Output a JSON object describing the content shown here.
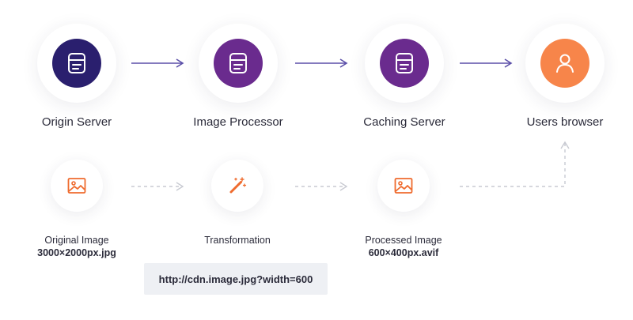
{
  "servers": [
    {
      "label": "Origin Server",
      "icon": "server-icon"
    },
    {
      "label": "Image Processor",
      "icon": "server-icon"
    },
    {
      "label": "Caching Server",
      "icon": "server-icon"
    },
    {
      "label": "Users browser",
      "icon": "user-icon"
    }
  ],
  "stages": [
    {
      "title": "Original Image",
      "detail": "3000×2000px.jpg",
      "icon": "image-icon"
    },
    {
      "title": "Transformation",
      "detail": "",
      "icon": "magic-wand-icon"
    },
    {
      "title": "Processed Image",
      "detail": "600×400px.avif",
      "icon": "image-icon"
    }
  ],
  "request_url": "http://cdn.image.jpg?width=600",
  "colors": {
    "origin": "#2a1f6e",
    "processor": "#6a2b8e",
    "cache": "#6a2b8e",
    "browser": "#f7854a",
    "arrow_solid": "#5b4fa8",
    "arrow_dashed": "#c8cad2",
    "icon_orange": "#ef6b2e"
  }
}
